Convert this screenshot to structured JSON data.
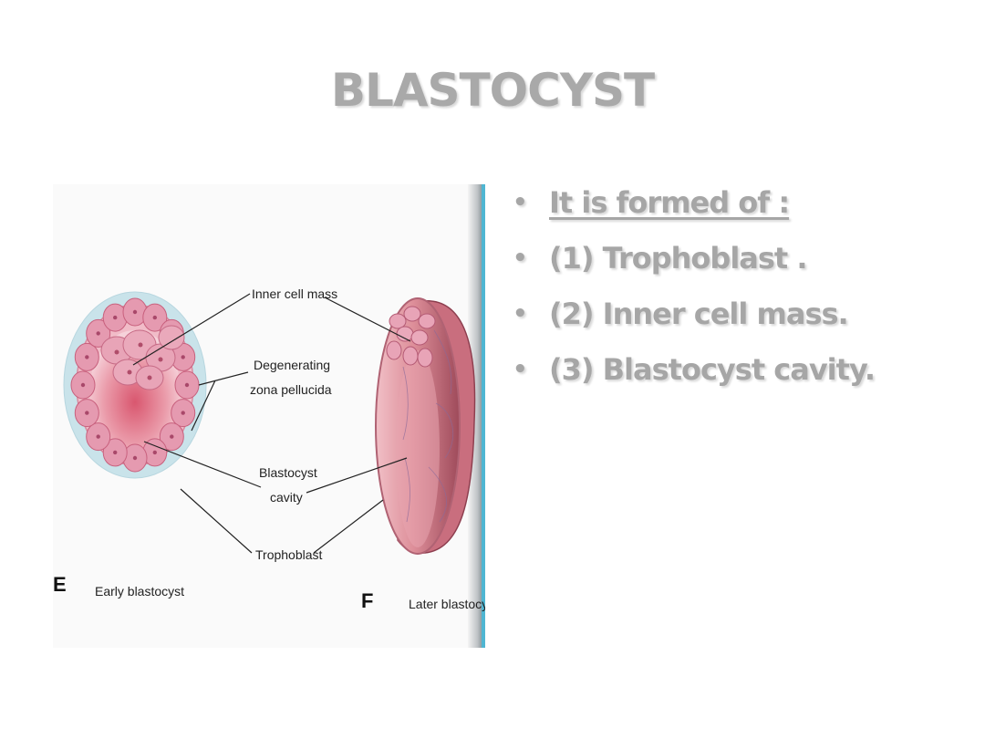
{
  "slide": {
    "title": "BLASTOCYST",
    "bullets": [
      "It is formed of :",
      "(1) Trophoblast .",
      "(2) Inner cell mass.",
      "(3) Blastocyst cavity."
    ],
    "bullet_glyph": "•"
  },
  "figure": {
    "labels": {
      "inner_cell_mass": "Inner cell mass",
      "degenerating_1": "Degenerating",
      "degenerating_2": "zona pellucida",
      "cavity_1": "Blastocyst",
      "cavity_2": "cavity",
      "trophoblast": "Trophoblast",
      "letter_e": "E",
      "caption_e": "Early blastocyst",
      "letter_f": "F",
      "caption_f": "Later blastocyst"
    },
    "colors": {
      "cell": "#e59ab0",
      "cell_dark": "#c8607d",
      "zona": "#c9e3ea",
      "cavity": "#e7879c",
      "later": "#d98a96"
    }
  }
}
